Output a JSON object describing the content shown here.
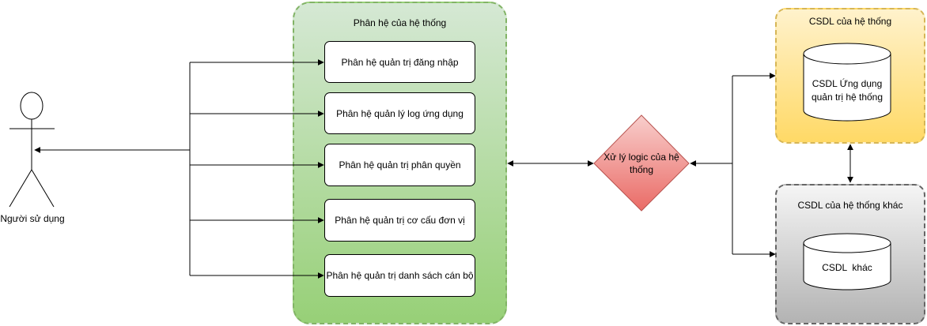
{
  "actor": {
    "label": "Người sử dụng"
  },
  "subsystems": {
    "title": "Phân hệ của hệ thống",
    "modules": [
      {
        "label": "Phân hệ quản trị đăng nhập"
      },
      {
        "label": "Phân hệ quản lý log ứng dụng"
      },
      {
        "label": "Phân hệ quản trị phân quyền"
      },
      {
        "label": "Phân hệ quản trị cơ cấu đơn vị"
      },
      {
        "label": "Phân hệ quản trị danh sách cán bộ"
      }
    ]
  },
  "logic": {
    "label": "Xử lý logic của hệ thống"
  },
  "databases": {
    "system": {
      "title": "CSDL của hệ thống",
      "db_label": "CSDL Ứng dụng quản trị hệ thống"
    },
    "other": {
      "title": "CSDL của hệ thống khác",
      "db_label": "CSDL  khác"
    }
  },
  "colors": {
    "subsystem_fill": "#97d077",
    "subsystem_border": "#82b366",
    "logic_fill": "#f08080",
    "logic_border": "#b85450",
    "system_db_fill": "#ffd966",
    "system_db_border": "#d6b656",
    "other_db_fill": "#b3b3b3",
    "other_db_border": "#666666"
  }
}
